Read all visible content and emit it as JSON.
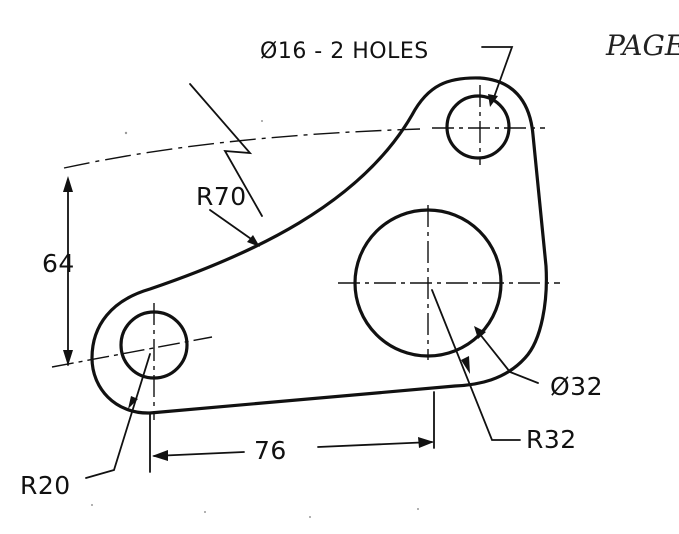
{
  "drawing": {
    "header_fragment": "PAGE",
    "dimensions": {
      "small_holes": "Ø16 - 2 HOLES",
      "large_hole": "Ø32",
      "boss_radius": "R32",
      "left_radius": "R20",
      "arc_radius": "R70",
      "height": "64",
      "spacing": "76"
    }
  },
  "colors": {
    "ink": "#111111",
    "paper": "#ffffff"
  }
}
